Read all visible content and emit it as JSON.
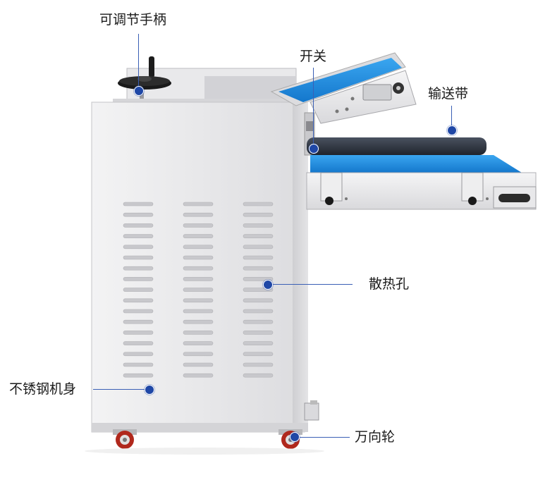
{
  "callouts": {
    "handle": "可调节手柄",
    "switch": "开关",
    "belt": "输送带",
    "vents": "散热孔",
    "body": "不锈钢机身",
    "casters": "万向轮"
  },
  "colors": {
    "accent": "#1f47a6",
    "belt_blue": "#1e8fe0",
    "steel": "#e6e6e8",
    "wheel_red": "#c0392b"
  }
}
